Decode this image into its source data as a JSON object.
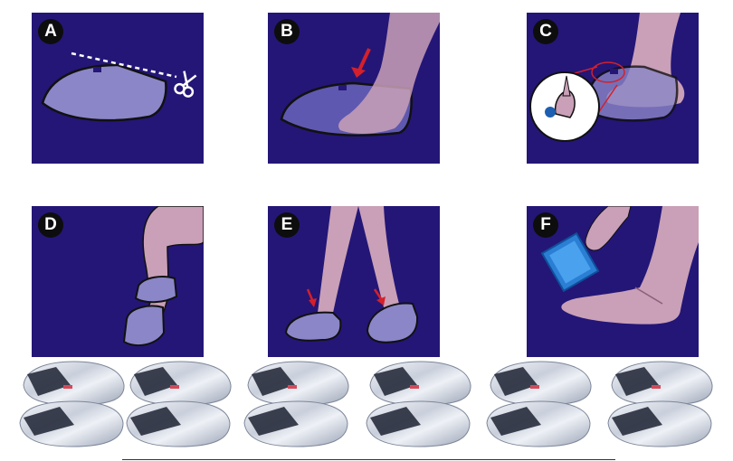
{
  "colors": {
    "navy": "#241677",
    "bootie": "#8b86c8",
    "skin": "#c9a0b7",
    "arrow": "#d4202a",
    "packet": "#2a7fd4",
    "outline": "#111111"
  },
  "steps": [
    {
      "letter": "A",
      "icons": [
        "bootie",
        "dashed-cut-line",
        "scissors-icon"
      ]
    },
    {
      "letter": "B",
      "icons": [
        "bootie",
        "foot",
        "arrow-icon"
      ]
    },
    {
      "letter": "C",
      "icons": [
        "bootie",
        "foot",
        "magnifier-icon"
      ]
    },
    {
      "letter": "D",
      "icons": [
        "crossed-legs",
        "booties"
      ]
    },
    {
      "letter": "E",
      "icons": [
        "walking-legs",
        "booties",
        "arrow-icon"
      ]
    },
    {
      "letter": "F",
      "icons": [
        "hand",
        "packet-icon",
        "bare-foot"
      ]
    }
  ],
  "product_photos": {
    "count": 6
  }
}
